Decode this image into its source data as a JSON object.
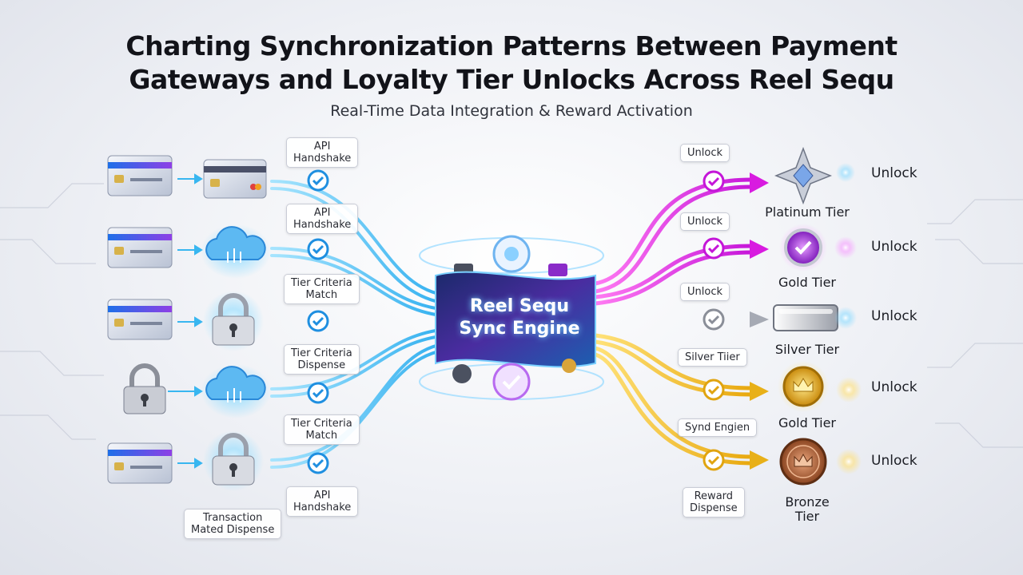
{
  "header": {
    "title_line1": "Charting Synchronization Patterns Between Payment",
    "title_line2": "Gateways and Loyalty Tier Unlocks Across Reel Sequ",
    "subtitle": "Real-Time Data Integration & Reward Activation"
  },
  "engine": {
    "line1": "Reel Sequ",
    "line2": "Sync Engine"
  },
  "left_labels": [
    {
      "line1": "API",
      "line2": "Handshake"
    },
    {
      "line1": "API",
      "line2": "Handshake"
    },
    {
      "line1": "Tier Criteria",
      "line2": "Match"
    },
    {
      "line1": "Tier Criteria",
      "line2": "Dispense"
    },
    {
      "line1": "Tier Criteria",
      "line2": "Match"
    },
    {
      "line1": "API",
      "line2": "Handshake"
    }
  ],
  "bottom_left_label": {
    "line1": "Transaction",
    "line2": "Mated Dispense"
  },
  "right_labels": [
    {
      "line1": "Unlock"
    },
    {
      "line1": "Unlock"
    },
    {
      "line1": "Unlock"
    },
    {
      "line1": "Silver Tiier"
    },
    {
      "line1": "Synd Engien"
    },
    {
      "line1": "Reward",
      "line2": "Dispense"
    }
  ],
  "tiers": [
    {
      "name": "Platinum Tier",
      "unlock": "Unlock"
    },
    {
      "name": "Gold Tier",
      "unlock": "Unlock"
    },
    {
      "name": "Silver Tier",
      "unlock": "Unlock"
    },
    {
      "name": "Gold Tier",
      "unlock": "Unlock"
    },
    {
      "name_line1": "Bronze",
      "name_line2": "Tier",
      "unlock": "Unlock"
    }
  ],
  "colors": {
    "blue_flow": "#1eb6f0",
    "magenta_flow": "#e01ee0",
    "silver_flow": "#b8bcc6",
    "gold_flow": "#f0c020",
    "check_blue": "#1f8fe0"
  },
  "icons": {
    "sources": [
      "credit-card-icon",
      "credit-card-icon",
      "credit-card-icon",
      "padlock-icon",
      "credit-card-icon"
    ],
    "gateways": [
      "credit-card-icon",
      "cloud-icon",
      "padlock-icon",
      "cloud-icon",
      "padlock-icon"
    ]
  }
}
